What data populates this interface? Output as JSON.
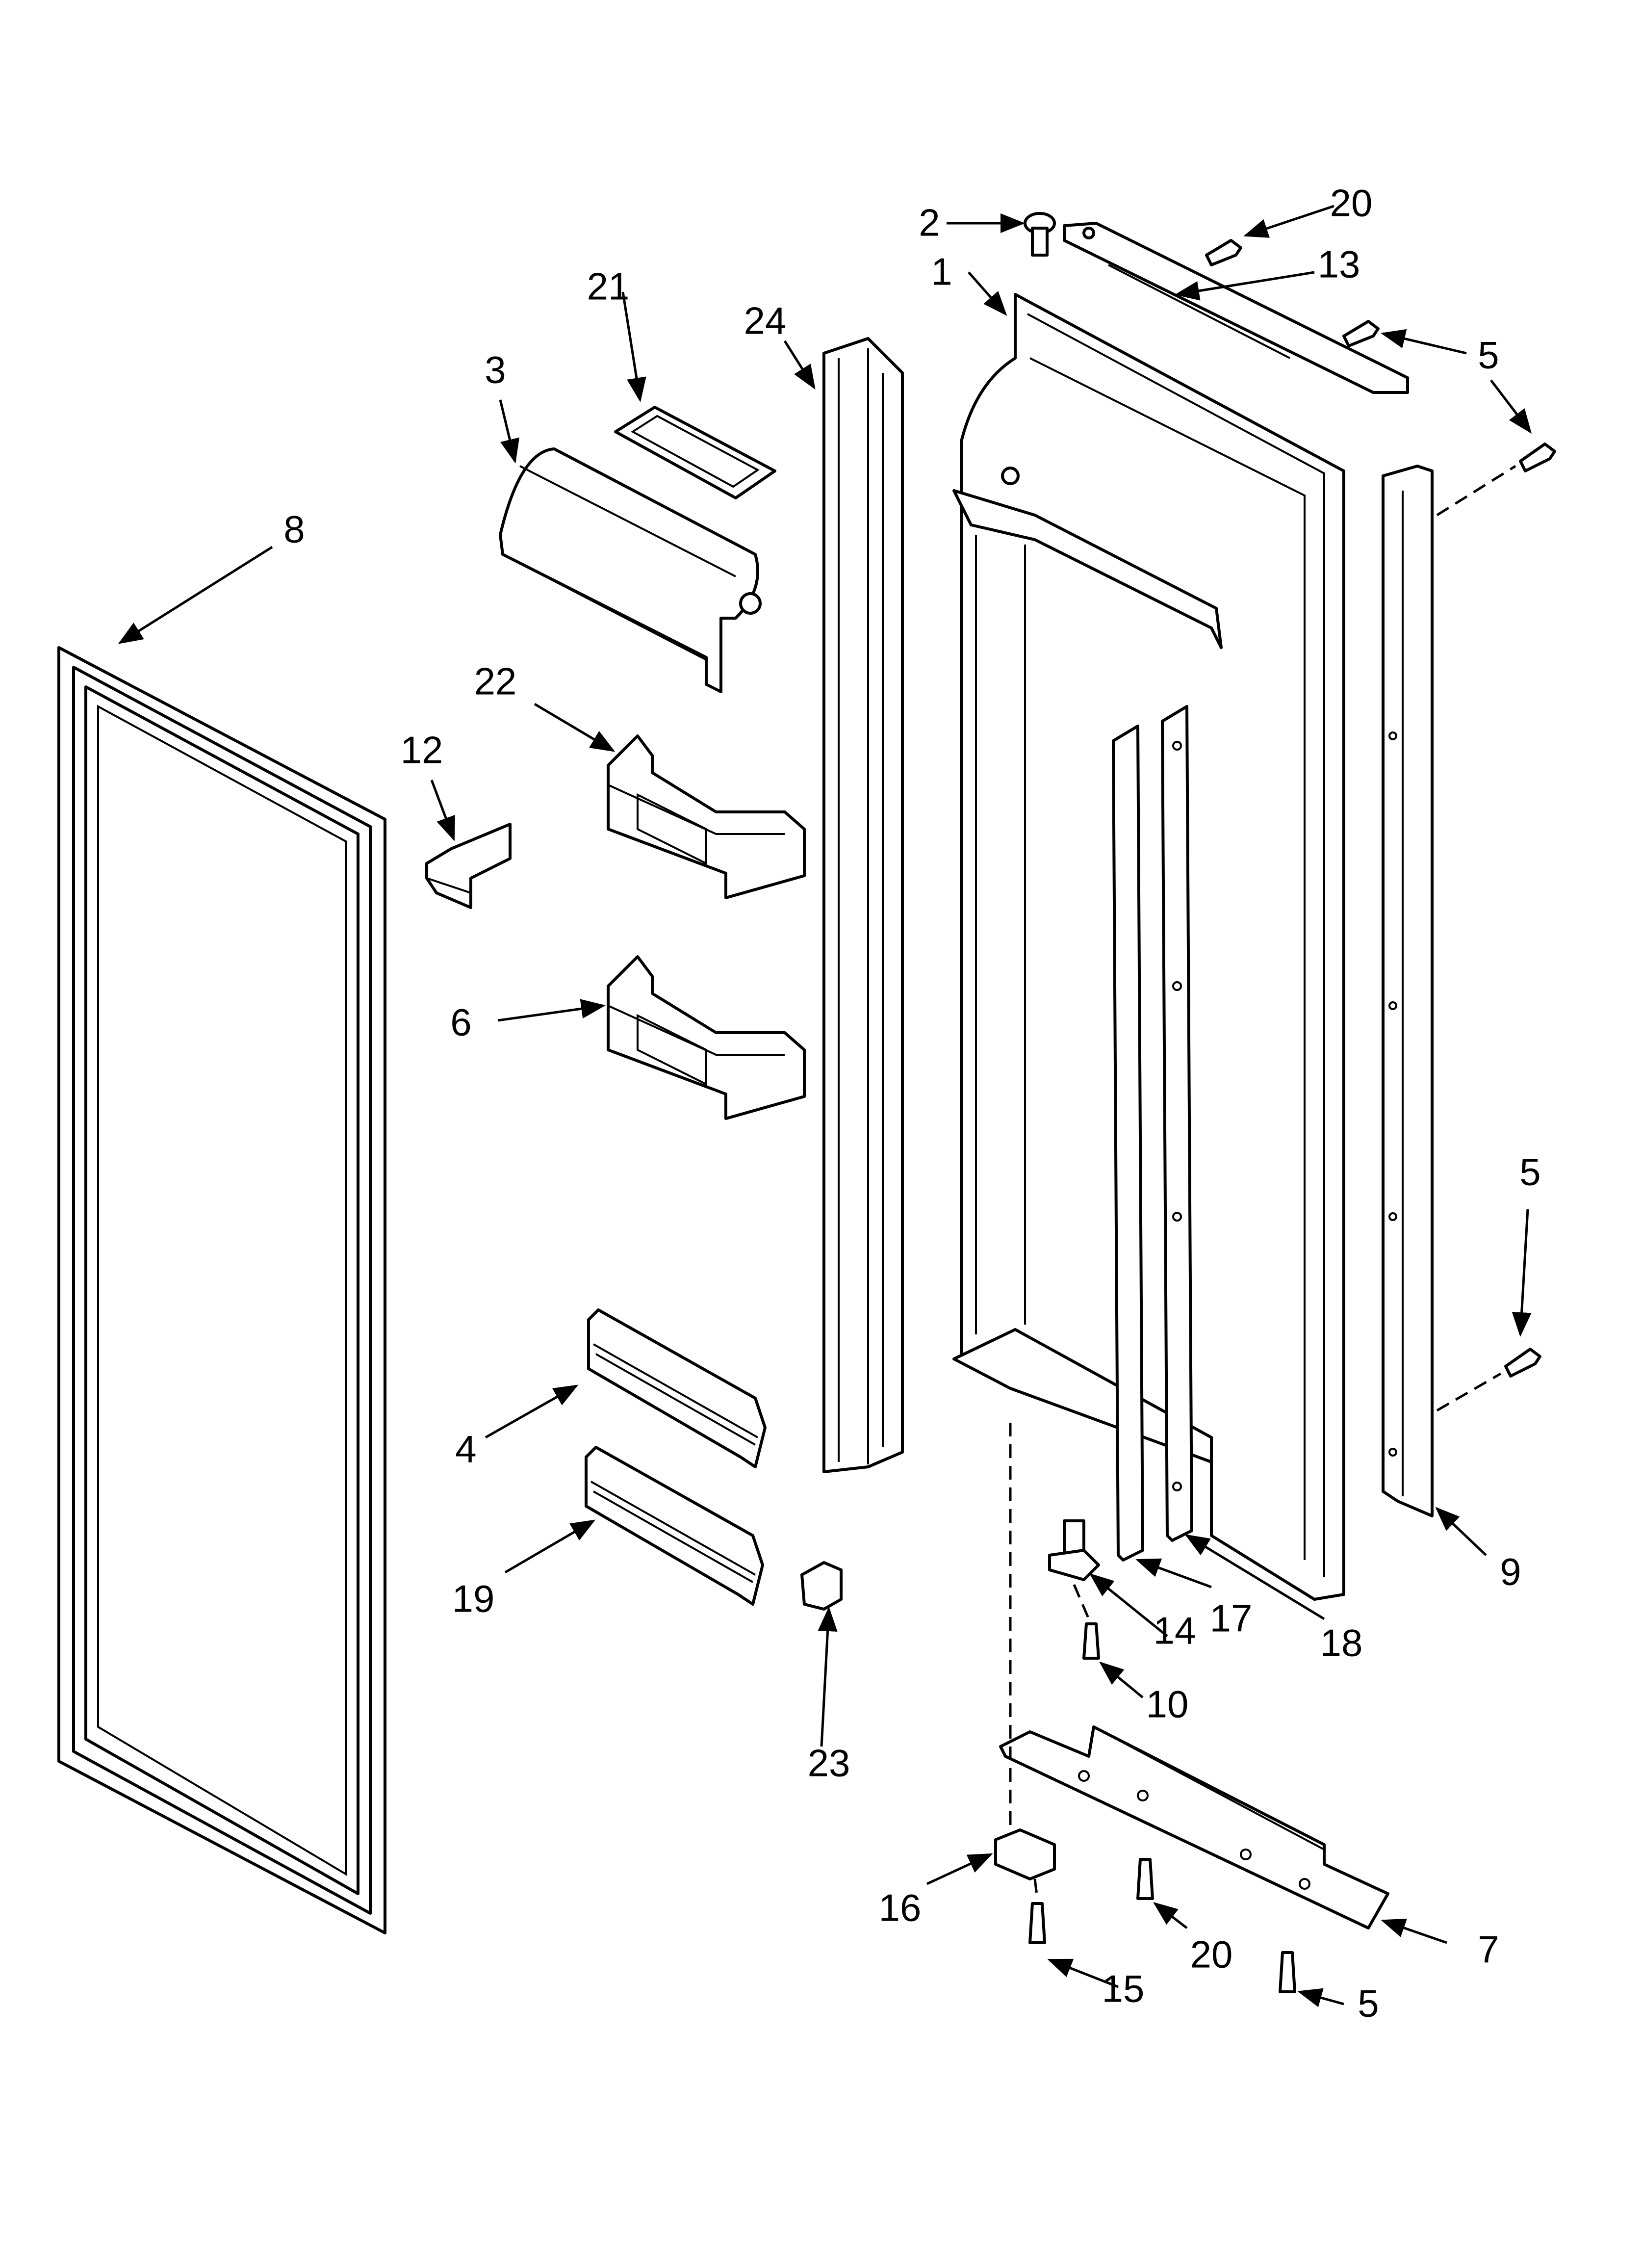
{
  "diagram": {
    "callouts": [
      {
        "id": "c1",
        "label": "1"
      },
      {
        "id": "c2",
        "label": "2"
      },
      {
        "id": "c3",
        "label": "3"
      },
      {
        "id": "c4",
        "label": "4"
      },
      {
        "id": "c5a",
        "label": "5"
      },
      {
        "id": "c5b",
        "label": "5"
      },
      {
        "id": "c5c",
        "label": "5"
      },
      {
        "id": "c6",
        "label": "6"
      },
      {
        "id": "c7",
        "label": "7"
      },
      {
        "id": "c8",
        "label": "8"
      },
      {
        "id": "c9",
        "label": "9"
      },
      {
        "id": "c10",
        "label": "10"
      },
      {
        "id": "c12",
        "label": "12"
      },
      {
        "id": "c13",
        "label": "13"
      },
      {
        "id": "c14",
        "label": "14"
      },
      {
        "id": "c15",
        "label": "15"
      },
      {
        "id": "c16",
        "label": "16"
      },
      {
        "id": "c17",
        "label": "17"
      },
      {
        "id": "c18",
        "label": "18"
      },
      {
        "id": "c19",
        "label": "19"
      },
      {
        "id": "c20a",
        "label": "20"
      },
      {
        "id": "c20b",
        "label": "20"
      },
      {
        "id": "c21",
        "label": "21"
      },
      {
        "id": "c22",
        "label": "22"
      },
      {
        "id": "c23",
        "label": "23"
      },
      {
        "id": "c24",
        "label": "24"
      }
    ]
  }
}
